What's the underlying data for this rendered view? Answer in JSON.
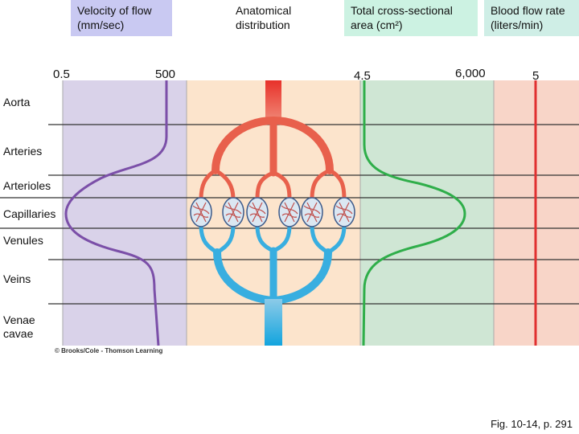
{
  "headers": {
    "velocity": "Velocity of flow\n(mm/sec)",
    "anatomical": "Anatomical\ndistribution",
    "area": "Total cross-sectional\narea (cm²)",
    "flow": "Blood flow rate\n(liters/min)"
  },
  "scales": {
    "velocity_min": "0.5",
    "velocity_max": "500",
    "area_min": "4.5",
    "area_max": "6,000",
    "flow_value": "5"
  },
  "rows": [
    "Aorta",
    "Arteries",
    "Arterioles",
    "Capillaries",
    "Venules",
    "Veins",
    "Venae\ncavae"
  ],
  "credit": "© Brooks/Cole - Thomson Learning",
  "figure_ref": "Fig. 10-14, p. 291",
  "colors": {
    "velocity_panel": "#d9d2e9",
    "anatomy_panel": "#fce4cc",
    "area_panel": "#cfe6d4",
    "flow_panel": "#f8d5c8",
    "velocity_curve": "#7b4fa8",
    "area_curve": "#2fae4a",
    "flow_line": "#e03030",
    "artery": "#e8604c",
    "vein": "#38aee0",
    "velocity_header": "#c9c9f2",
    "area_header": "#ccf2e2",
    "flow_header": "#cfeee6"
  }
}
